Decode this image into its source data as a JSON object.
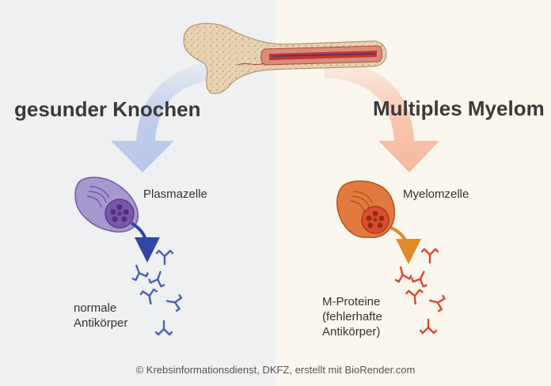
{
  "headings": {
    "healthy": "gesunder Knochen",
    "myeloma": "Multiples Myelom"
  },
  "labels": {
    "plasma_cell": "Plasmazelle",
    "myeloma_cell": "Myelomzelle",
    "normal_antibodies": [
      "normale",
      "Antikörper"
    ],
    "m_proteins": [
      "M-Proteine",
      "(fehlerhafte",
      "Antikörper)"
    ]
  },
  "credit": "© Krebsinformationsdienst, DKFZ, erstellt mit BioRender.com",
  "colors": {
    "left_bg": "#eef0f1",
    "right_bg": "#fbf7ee",
    "blue_arrow": "#b9c9ea",
    "orange_arrow": "#f6bfa6",
    "plasma_cell": "#9a8ac4",
    "myeloma_cell": "#e0743e",
    "normal_antibody": "#4862b0",
    "m_protein": "#e2442a"
  },
  "icons": [
    "bone-icon",
    "plasma-cell-icon",
    "myeloma-cell-icon",
    "antibody-icon"
  ]
}
